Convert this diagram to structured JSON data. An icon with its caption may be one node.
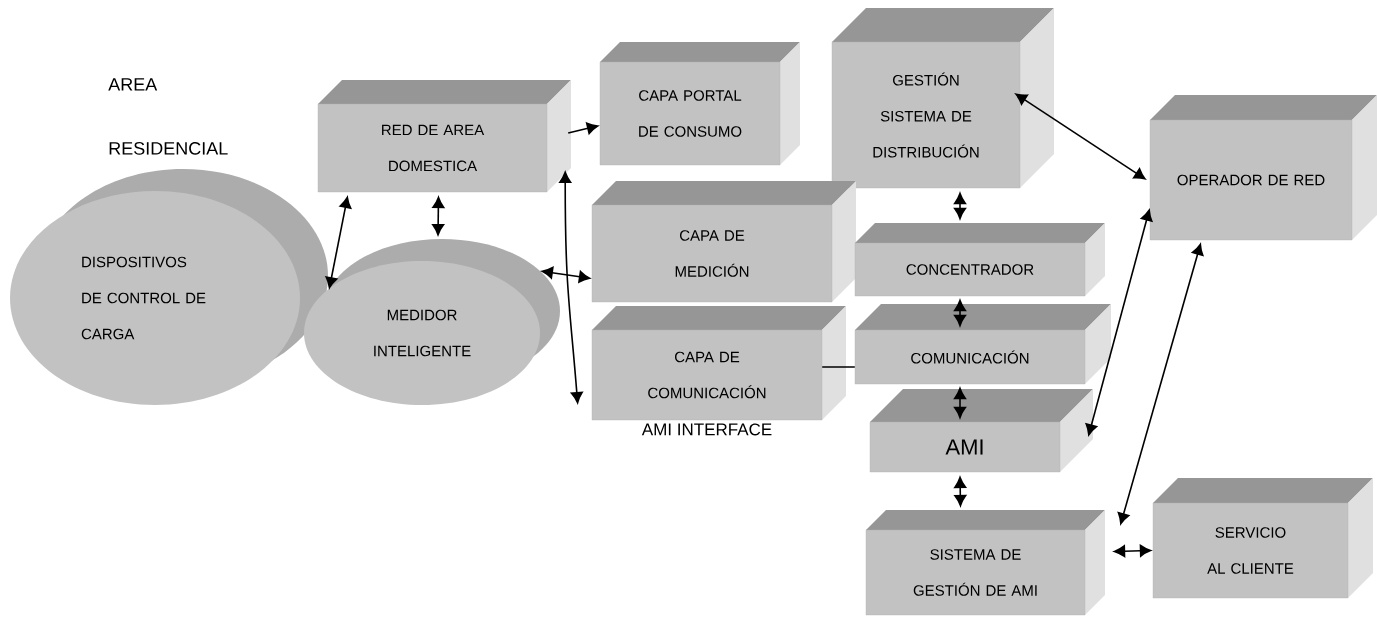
{
  "diagram": {
    "nodes": [
      {
        "text": [
          "RED DE AREA DOMESTICA"
        ]
      },
      {
        "text": [
          "CAPA PORTAL DE CONSUMO"
        ]
      },
      {
        "text": [
          "GESTIÓN SISTEMA DE DISTRIBUCIÓN"
        ]
      },
      {
        "text": [
          "OPERADOR DE RED"
        ]
      },
      {
        "text": [
          "DISPOSITIVOS DE CONTROL DE CARGA"
        ]
      },
      {
        "text": [
          "MEDIDOR INTELIGENTE"
        ]
      },
      {
        "text": [
          "CAPA DE MEDICIÓN"
        ]
      },
      {
        "text": [
          "CONCENTRADOR"
        ]
      },
      {
        "text": [
          "CAPA DE COMUNICACIÓN"
        ],
        "beside": [
          "AMI INTERFACE"
        ]
      },
      {
        "text": [
          "COMUNICACIÓN"
        ]
      },
      {
        "text": [
          "AMI"
        ]
      },
      {
        "text": [
          "SISTEMA DE GESTIÓN DE AMI"
        ]
      },
      {
        "text": [
          "SERVICIO AL CLIENTE"
        ]
      }
    ],
    "edges": [
      {
        "from": 4,
        "to": 0,
        "arrow": "both"
      },
      {
        "from": 0,
        "to": 1,
        "arrow": "to"
      },
      {
        "from": 5,
        "to": 0,
        "arrow": "both"
      },
      {
        "from": 0,
        "to": 8,
        "arrow": "both"
      },
      {
        "from": 5,
        "to": 6,
        "arrow": "both"
      },
      {
        "from": 2,
        "to": 3,
        "arrow": "both"
      },
      {
        "from": 2,
        "to": 7,
        "arrow": "both"
      },
      {
        "from": 7,
        "to": 9,
        "arrow": "both"
      },
      {
        "from": 8,
        "to": 9,
        "arrow": "none"
      },
      {
        "from": 9,
        "to": 10,
        "arrow": "both"
      },
      {
        "from": 10,
        "to": 3,
        "arrow": "both"
      },
      {
        "from": 10,
        "to": 11,
        "arrow": "both"
      },
      {
        "from": 3,
        "to": 11,
        "arrow": "both"
      },
      {
        "from": 11,
        "to": 12,
        "arrow": "both"
      }
    ],
    "labels": [
      "AREA RESIDENCIAL"
    ]
  }
}
